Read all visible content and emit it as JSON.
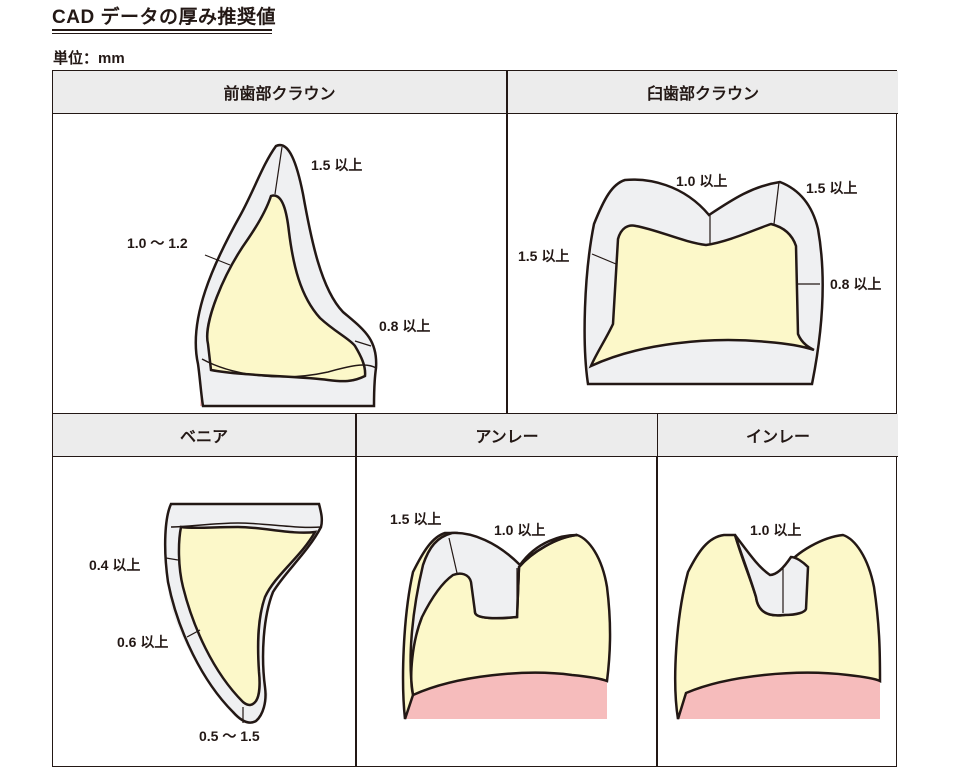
{
  "title": "CAD データの厚み推奨値",
  "unit_label": "単位：mm",
  "panels": [
    {
      "title": "前歯部クラウン",
      "labels": [
        "1.5 以上",
        "1.0 〜 1.2",
        "0.8 以上"
      ]
    },
    {
      "title": "臼歯部クラウン",
      "labels": [
        "1.0 以上",
        "1.5 以上",
        "1.5 以上",
        "0.8 以上"
      ]
    },
    {
      "title": "ベニア",
      "labels": [
        "0.4 以上",
        "0.6 以上",
        "0.5 〜 1.5"
      ]
    },
    {
      "title": "アンレー",
      "labels": [
        "1.5 以上",
        "1.0 以上"
      ]
    },
    {
      "title": "インレー",
      "labels": [
        "1.0 以上"
      ]
    }
  ],
  "colors": {
    "header_bg": "#ececec",
    "restoration": "#eff0f2",
    "tooth": "#fcf8c9",
    "gum": "#f6bcbc",
    "line": "#231815"
  }
}
